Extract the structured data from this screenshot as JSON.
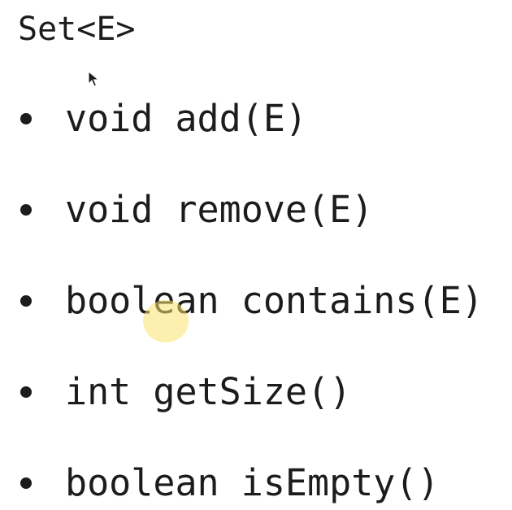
{
  "slide": {
    "title": "Set<E>",
    "methods": [
      "void add(E)",
      "void remove(E)",
      "boolean contains(E)",
      "int getSize()",
      "boolean isEmpty()"
    ]
  },
  "colors": {
    "background": "#ffffff",
    "text": "#1c1c1c",
    "pointer_highlight": "#fae16e"
  },
  "icons": {
    "cursor": "mouse-cursor-arrow-icon",
    "pointer": "pointer-highlight-dot"
  }
}
